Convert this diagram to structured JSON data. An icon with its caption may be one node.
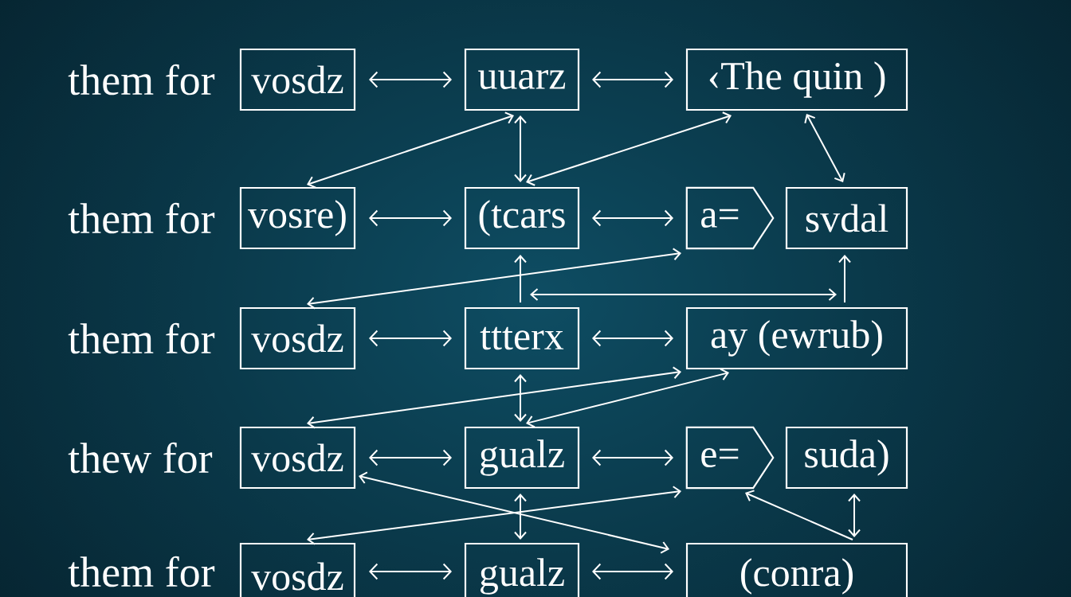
{
  "diagram": {
    "nodes": [
      {
        "text": [
          "vosdz"
        ]
      },
      {
        "text": [
          "uuarz"
        ]
      },
      {
        "text": [
          "‹The quin )"
        ]
      },
      {
        "text": [
          "vosre)"
        ]
      },
      {
        "text": [
          "(tcars"
        ]
      },
      {
        "text": [
          "a="
        ]
      },
      {
        "text": [
          "svdal"
        ]
      },
      {
        "text": [
          "vosdz"
        ]
      },
      {
        "text": [
          "ttterx"
        ]
      },
      {
        "text": [
          "ay (ewrub)"
        ]
      },
      {
        "text": [
          "vosdz"
        ]
      },
      {
        "text": [
          "gualz"
        ]
      },
      {
        "text": [
          "e="
        ]
      },
      {
        "text": [
          "suda)"
        ]
      },
      {
        "text": [
          "vosdz"
        ]
      },
      {
        "text": [
          "gualz"
        ]
      },
      {
        "text": [
          "(conra)"
        ]
      }
    ],
    "edges": [
      {
        "from": 0,
        "to": 1,
        "arrow": "both"
      },
      {
        "from": 1,
        "to": 2,
        "arrow": "both"
      },
      {
        "from": 3,
        "to": 1,
        "arrow": "both"
      },
      {
        "from": 1,
        "to": 4,
        "arrow": "both"
      },
      {
        "from": 4,
        "to": 2,
        "arrow": "both"
      },
      {
        "from": 2,
        "to": 6,
        "arrow": "both"
      },
      {
        "from": 3,
        "to": 4,
        "arrow": "both"
      },
      {
        "from": 4,
        "to": 5,
        "arrow": "both"
      },
      {
        "from": 7,
        "to": 5,
        "arrow": "both"
      },
      {
        "from": 8,
        "to": 4,
        "arrow": "to"
      },
      {
        "from": 8,
        "to": 9,
        "arrow": "both"
      },
      {
        "from": 9,
        "to": 6,
        "arrow": "to"
      },
      {
        "from": 7,
        "to": 8,
        "arrow": "both"
      },
      {
        "from": 8,
        "to": 9,
        "arrow": "both"
      },
      {
        "from": 10,
        "to": 9,
        "arrow": "both"
      },
      {
        "from": 8,
        "to": 11,
        "arrow": "both"
      },
      {
        "from": 11,
        "to": 9,
        "arrow": "both"
      },
      {
        "from": 10,
        "to": 11,
        "arrow": "both"
      },
      {
        "from": 11,
        "to": 12,
        "arrow": "both"
      },
      {
        "from": 10,
        "to": 16,
        "arrow": "both"
      },
      {
        "from": 14,
        "to": 12,
        "arrow": "both"
      },
      {
        "from": 11,
        "to": 15,
        "arrow": "both"
      },
      {
        "from": 16,
        "to": 12,
        "arrow": "to"
      },
      {
        "from": 13,
        "to": 16,
        "arrow": "both"
      },
      {
        "from": 14,
        "to": 15,
        "arrow": "both"
      },
      {
        "from": 15,
        "to": 16,
        "arrow": "both"
      }
    ],
    "labels": [
      "them for",
      "them for",
      "them for",
      "thew for",
      "them for"
    ]
  }
}
